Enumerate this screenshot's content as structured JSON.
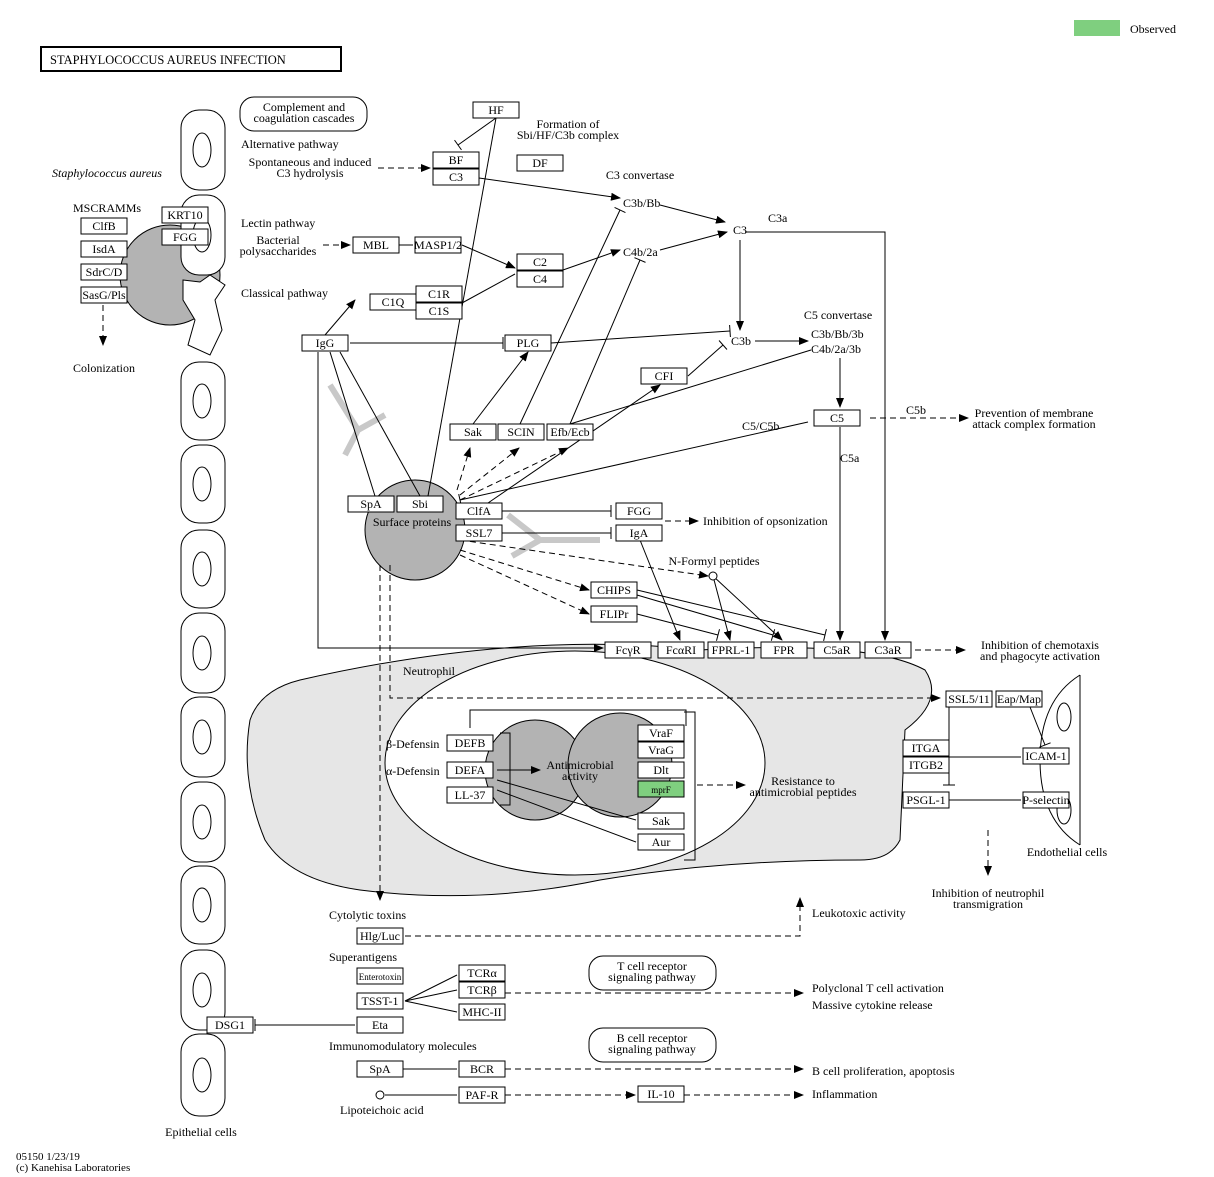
{
  "legend": {
    "label": "Observed",
    "color": "#7fcf7f"
  },
  "title": "STAPHYLOCOCCUS  AUREUS  INFECTION",
  "footer": {
    "code": "05150 1/23/19",
    "copyright": "(c) Kanehisa Laboratories"
  },
  "colors": {
    "observed": "#7fcf7f",
    "bacterium": "#b3b3b3",
    "neutrophil": "#e6e6e6",
    "antibody": "#c8c8c8"
  },
  "genes": {
    "HF": "HF",
    "BF": "BF",
    "C3a_box": "C3",
    "DF": "DF",
    "C3bBb": "C3b/Bb",
    "C3": "C3",
    "MBL": "MBL",
    "MASP12": "MASP1/2",
    "C2": "C2",
    "C4": "C4",
    "C4b2a": "C4b/2a",
    "C1Q": "C1Q",
    "C1R": "C1R",
    "C1S": "C1S",
    "IgG": "IgG",
    "PLG": "PLG",
    "C3b": "C3b",
    "C3bBb3b": "C3b/Bb/3b",
    "C4b2a3b": "C4b/2a/3b",
    "CFI": "CFI",
    "C5": "C5",
    "Sak": "Sak",
    "SCIN": "SCIN",
    "EfbEcb": "Efb/Ecb",
    "SpA": "SpA",
    "Sbi": "Sbi",
    "ClfA": "ClfA",
    "SSL7": "SSL7",
    "FGG": "FGG",
    "IgA": "IgA",
    "CHIPS": "CHIPS",
    "FLIPr": "FLIPr",
    "FcyR": "FcγR",
    "FcaRI": "FcαRI",
    "FPRL1": "FPRL-1",
    "FPR": "FPR",
    "C5aR": "C5aR",
    "C3aR": "C3aR",
    "SSL511": "SSL5/11",
    "EapMap": "Eap/Map",
    "ITGA": "ITGA",
    "ITGB2": "ITGB2",
    "ICAM1": "ICAM-1",
    "PSGL1": "PSGL-1",
    "Pselectin": "P-selectin",
    "DEFB": "DEFB",
    "DEFA": "DEFA",
    "LL37": "LL-37",
    "VraF": "VraF",
    "VraG": "VraG",
    "Dlt": "Dlt",
    "mprF": "mprF",
    "Sak2": "Sak",
    "Aur": "Aur",
    "ClfB": "ClfB",
    "IsdA": "IsdA",
    "SdrCD": "SdrC/D",
    "SasGPls": "SasG/Pls",
    "KRT10": "KRT10",
    "FGG2": "FGG",
    "HlgLuc": "Hlg/Luc",
    "Enterotoxin": "Enterotoxin",
    "TSST1": "TSST-1",
    "TCRa": "TCRα",
    "TCRb": "TCRβ",
    "MHCII": "MHC-II",
    "Eta": "Eta",
    "DSG1": "DSG1",
    "SpA2": "SpA",
    "BCR": "BCR",
    "PAFR": "PAF-R",
    "IL10": "IL-10"
  },
  "labels": {
    "complement": [
      "Complement and",
      "coagulation cascades"
    ],
    "formation": [
      "Formation of",
      "Sbi/HF/C3b complex"
    ],
    "alt_pathway": "Alternative pathway",
    "spontaneous": [
      "Spontaneous and induced",
      "C3 hydrolysis"
    ],
    "c3_convertase": "C3 convertase",
    "c3a": "C3a",
    "staph": "Staphylococcus aureus",
    "mscramms": "MSCRAMMs",
    "lectin": "Lectin pathway",
    "bacterial_poly": [
      "Bacterial",
      "polysaccharides"
    ],
    "classical": "Classical pathway",
    "colonization": "Colonization",
    "c5_convertase": "C5 convertase",
    "c5c5b": "C5/C5b",
    "c5b": "C5b",
    "c5a": "C5a",
    "prevention": [
      "Prevention of membrane",
      "attack complex formation"
    ],
    "surface_proteins": "Surface proteins",
    "inhibition_opsonization": "Inhibition of opsonization",
    "nformyl": "N-Formyl peptides",
    "inhibition_chemotaxis": [
      "Inhibition of chemotaxis",
      "and phagocyte activation"
    ],
    "neutrophil": "Neutrophil",
    "b_defensin": "β-Defensin",
    "a_defensin": "α-Defensin",
    "antimicrobial": [
      "Antimicrobial",
      "activity"
    ],
    "resistance": [
      "Resistance to",
      "antimicrobial peptides"
    ],
    "endothelial": "Endothelial cells",
    "inhibition_neutrophil": [
      "Inhibition of neutrophil",
      "transmigration"
    ],
    "cytolytic": "Cytolytic toxins",
    "leukotoxic": "Leukotoxic activity",
    "superantigens": "Superantigens",
    "tcell_pathway": [
      "T cell receptor",
      "signaling pathway"
    ],
    "polyclonal": "Polyclonal T cell activation",
    "cytokine": "Massive cytokine release",
    "immunomod": "Immunomodulatory molecules",
    "bcell_pathway": [
      "B cell receptor",
      "signaling pathway"
    ],
    "bcell_prolif": "B cell proliferation, apoptosis",
    "lipoteichoic": "Lipoteichoic acid",
    "inflammation": "Inflammation",
    "epithelial": "Epithelial cells"
  }
}
